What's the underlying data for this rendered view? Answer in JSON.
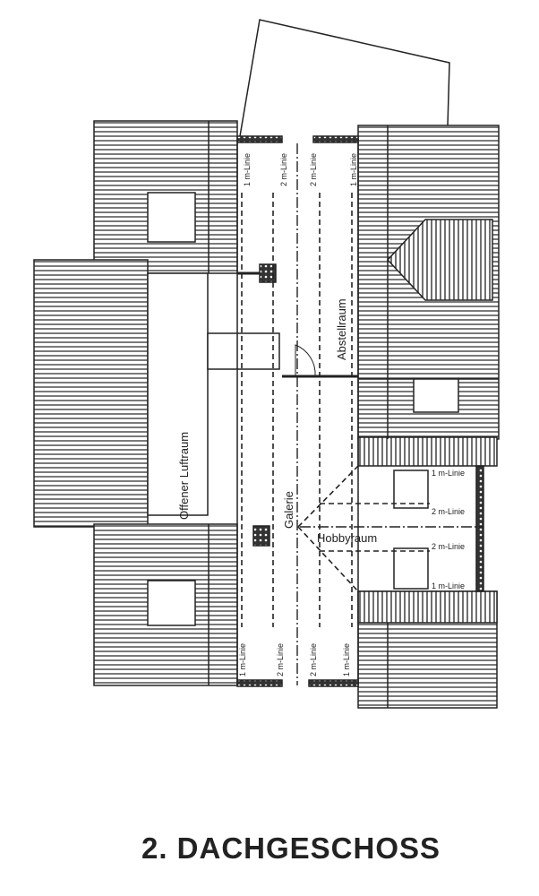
{
  "title": "2. DACHGESCHOSS",
  "rooms": {
    "luftraum": "Offener Luftraum",
    "galerie": "Galerie",
    "abstellraum": "Abstellraum",
    "hobbyraum": "Hobbyraum"
  },
  "lines": {
    "one": "1 m-Linie",
    "two": "2 m-Linie"
  },
  "colors": {
    "ink": "#222222",
    "paper": "#ffffff"
  }
}
